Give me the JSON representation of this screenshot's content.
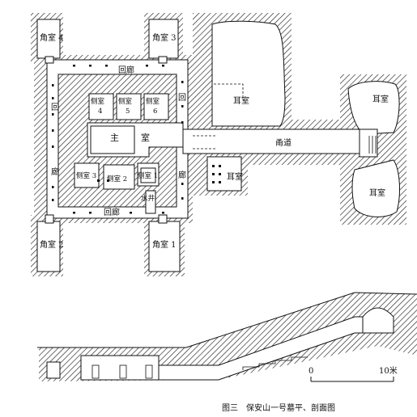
{
  "plan": {
    "corner_rooms": {
      "nw": "角室 4",
      "ne": "角室 3",
      "sw": "角室 2",
      "se": "角室 1"
    },
    "corridor": {
      "north": "回廊",
      "south": "回廊",
      "west_top": "回",
      "west_bottom": "廊",
      "east_top": "回",
      "east_bottom": "廊"
    },
    "main_chamber": {
      "left": "主",
      "right": "室"
    },
    "side_rooms": [
      {
        "name": "侧室",
        "num": "4"
      },
      {
        "name": "侧室",
        "num": "5"
      },
      {
        "name": "侧室",
        "num": "6"
      }
    ],
    "side_room_3": "侧室 3",
    "side_room_2": "侧室 2",
    "side_room_1": "侧室 1",
    "well": "水井",
    "ear_room_upper": "耳室",
    "ear_room_lower": "耳室",
    "passage": "甬道",
    "east_ear_top": "耳室",
    "east_ear_bottom": "耳室"
  },
  "scale": {
    "zero": "0",
    "max": "10米"
  },
  "caption": "图三　保安山一号墓平、剖面图"
}
